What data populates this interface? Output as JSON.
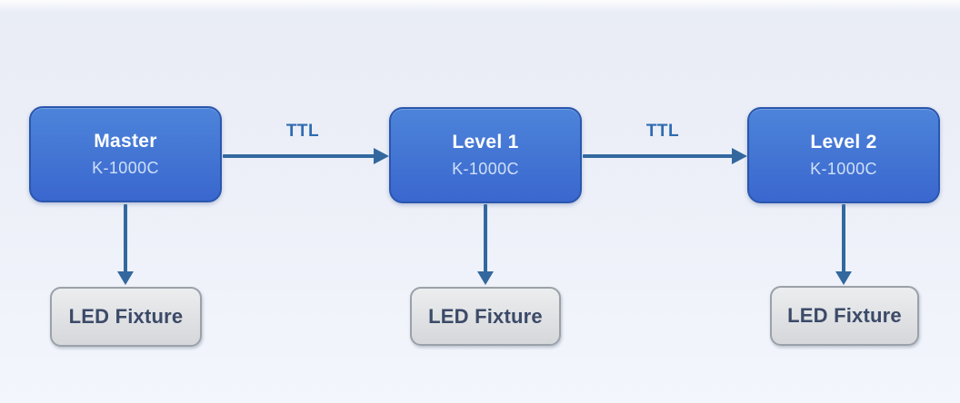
{
  "diagram": {
    "controllers": [
      {
        "title": "Master",
        "model": "K-1000C"
      },
      {
        "title": "Level 1",
        "model": "K-1000C"
      },
      {
        "title": "Level 2",
        "model": "K-1000C"
      }
    ],
    "fixtures": [
      {
        "label": "LED Fixture"
      },
      {
        "label": "LED Fixture"
      },
      {
        "label": "LED Fixture"
      }
    ],
    "links": [
      {
        "label": "TTL"
      },
      {
        "label": "TTL"
      }
    ],
    "colors": {
      "controller_fill_top": "#4d84da",
      "controller_fill_bottom": "#3a67ce",
      "controller_border": "#2a57ad",
      "controller_title_text": "#ffffff",
      "controller_model_text": "#cfe0f7",
      "fixture_fill_top": "#ebedef",
      "fixture_fill_bottom": "#d5d7da",
      "fixture_border": "#9aa1a8",
      "fixture_text": "#3c4a68",
      "arrow": "#33689f",
      "link_label_text": "#2e6bb0"
    }
  }
}
